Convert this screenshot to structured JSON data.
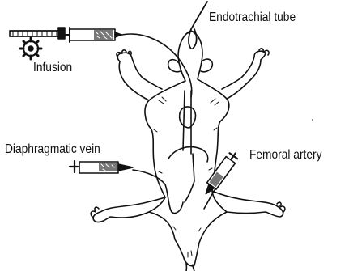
{
  "labels": {
    "endotrachial_tube": "Endotrachial tube",
    "infusion": "Infusion",
    "diaphragmatic_vein": "Diaphragmatic vein",
    "femoral_artery": "Femoral artery"
  },
  "colors": {
    "ink": "#111111",
    "paper": "#ffffff"
  }
}
